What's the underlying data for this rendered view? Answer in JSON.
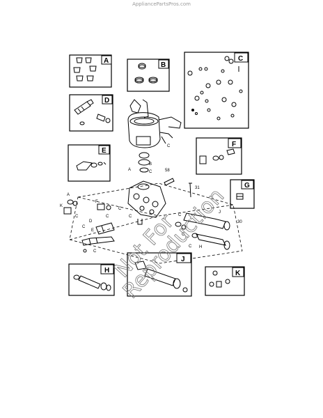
{
  "site": "AppliancePartsPros.com",
  "watermark": [
    "Not For",
    "Reproduction"
  ],
  "kits": [
    {
      "letter": "A"
    },
    {
      "letter": "B"
    },
    {
      "letter": "C"
    },
    {
      "letter": "D"
    },
    {
      "letter": "E"
    },
    {
      "letter": "F"
    },
    {
      "letter": "G"
    },
    {
      "letter": "H"
    },
    {
      "letter": "J"
    },
    {
      "letter": "K"
    }
  ],
  "callouts": {
    "c1": "C",
    "a1": "A",
    "b1": "B",
    "c2": "C",
    "n58": "58",
    "n31": "31",
    "n30": "30",
    "a2": "A",
    "k1": "K",
    "c3": "C",
    "f1": "F",
    "c4": "C",
    "c5": "C",
    "c6": "C",
    "d1": "D",
    "e1": "E",
    "c7": "C",
    "c8": "C",
    "c9": "C",
    "j1": "J",
    "c10": "C",
    "c11": "C",
    "h1": "H"
  }
}
